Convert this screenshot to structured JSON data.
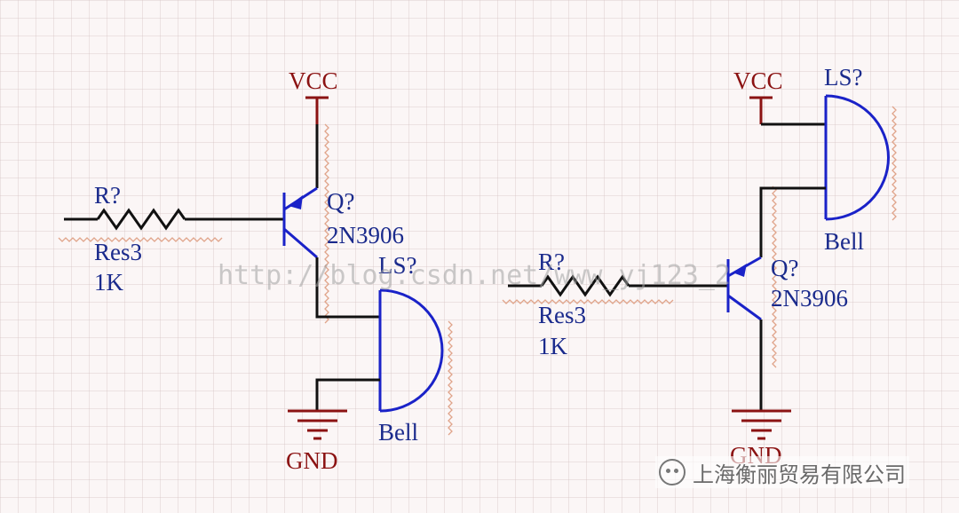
{
  "watermark": "http://blog.csdn.net/www_yj123_2",
  "footer": {
    "icon": "wechat-icon",
    "text": "上海衡丽贸易有限公司"
  },
  "circuits": [
    {
      "vcc": "VCC",
      "gnd": "GND",
      "resistor": {
        "designator": "R?",
        "type": "Res3",
        "value": "1K"
      },
      "transistor": {
        "designator": "Q?",
        "part": "2N3906"
      },
      "buzzer": {
        "designator": "LS?",
        "type": "Bell"
      }
    },
    {
      "vcc": "VCC",
      "gnd": "GND",
      "resistor": {
        "designator": "R?",
        "type": "Res3",
        "value": "1K"
      },
      "transistor": {
        "designator": "Q?",
        "part": "2N3906"
      },
      "buzzer": {
        "designator": "LS?",
        "type": "Bell"
      }
    }
  ],
  "colors": {
    "wire": "#111111",
    "power": "#8b1212",
    "component": "#1a22c8",
    "label": "#1a2a8c"
  }
}
